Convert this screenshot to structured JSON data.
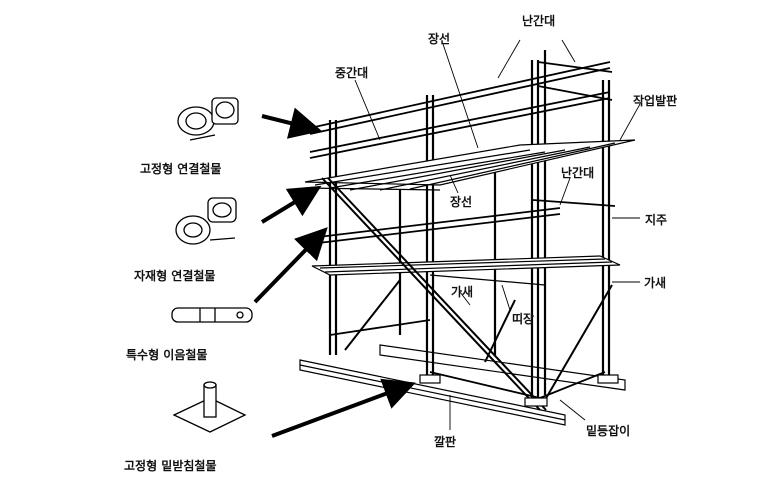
{
  "fittings": {
    "fixed_coupler": "고정형 연결철물",
    "swivel_coupler": "자재형 연결철물",
    "joint_pin": "특수형 이음철물",
    "base_plate": "고정형 밑받침철물"
  },
  "labels": {
    "top_guardrail": "난간대",
    "ledger_top": "장선",
    "mid_rail": "중간대",
    "work_platform": "작업발판",
    "inner_guardrail": "난간대",
    "ledger_mid": "장선",
    "standard": "지주",
    "brace_right": "가새",
    "brace_center": "가새",
    "tie_beam": "띠장",
    "sill_board": "깔판",
    "base_tie": "밑등잡이"
  }
}
